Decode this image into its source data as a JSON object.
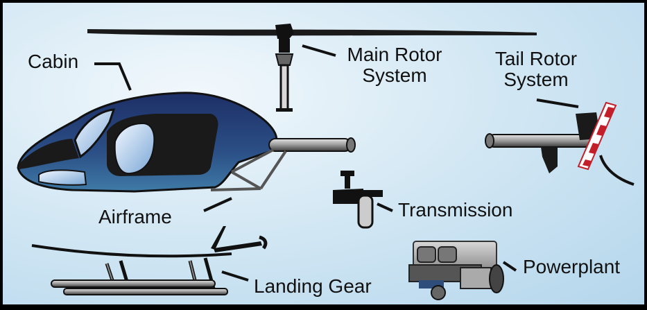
{
  "labels": {
    "cabin": "Cabin",
    "main_rotor_line1": "Main Rotor",
    "main_rotor_line2": "System",
    "tail_rotor_line1": "Tail Rotor",
    "tail_rotor_line2": "System",
    "airframe": "Airframe",
    "transmission": "Transmission",
    "landing_gear": "Landing Gear",
    "powerplant": "Powerplant"
  }
}
